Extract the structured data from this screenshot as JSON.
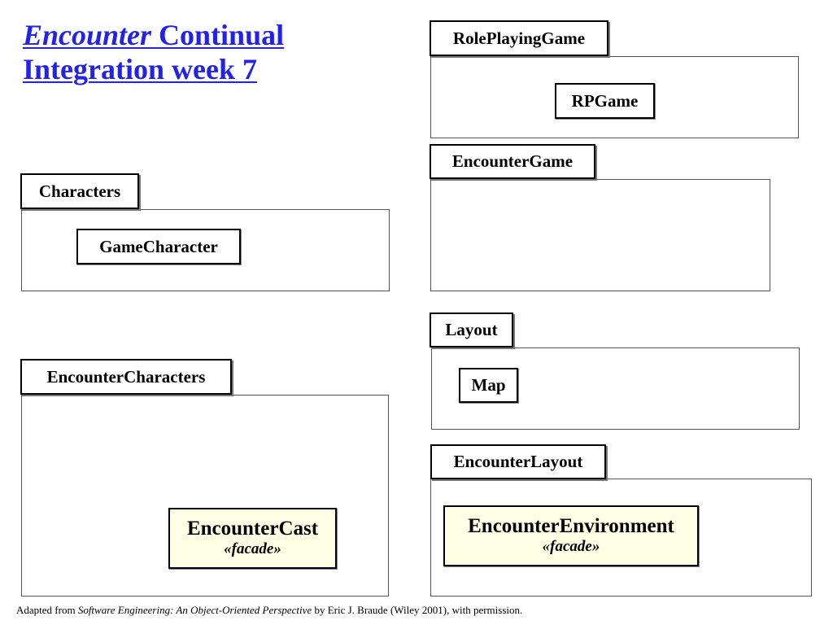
{
  "title": {
    "emphasis": "Encounter",
    "line1_rest": " Continual",
    "line2": "Integration week 7"
  },
  "packages": {
    "roleplaying": {
      "name": "RolePlayingGame",
      "classes": [
        "RPGame"
      ]
    },
    "encounter_game": {
      "name": "EncounterGame",
      "classes": []
    },
    "characters": {
      "name": "Characters",
      "classes": [
        "GameCharacter"
      ]
    },
    "layout": {
      "name": "Layout",
      "classes": [
        "Map"
      ]
    },
    "encounter_characters": {
      "name": "EncounterCharacters",
      "facade": {
        "name": "EncounterCast",
        "stereotype": "«facade»"
      }
    },
    "encounter_layout": {
      "name": "EncounterLayout",
      "facade": {
        "name": "EncounterEnvironment",
        "stereotype": "«facade»"
      }
    }
  },
  "footer": {
    "prefix": "Adapted from ",
    "book": "Software Engineering: An Object-Oriented Perspective",
    "suffix": " by Eric J. Braude (Wiley 2001), with permission."
  },
  "colors": {
    "title": "#2323e8",
    "facade_fill": "#ffffe6",
    "border": "#000000"
  }
}
